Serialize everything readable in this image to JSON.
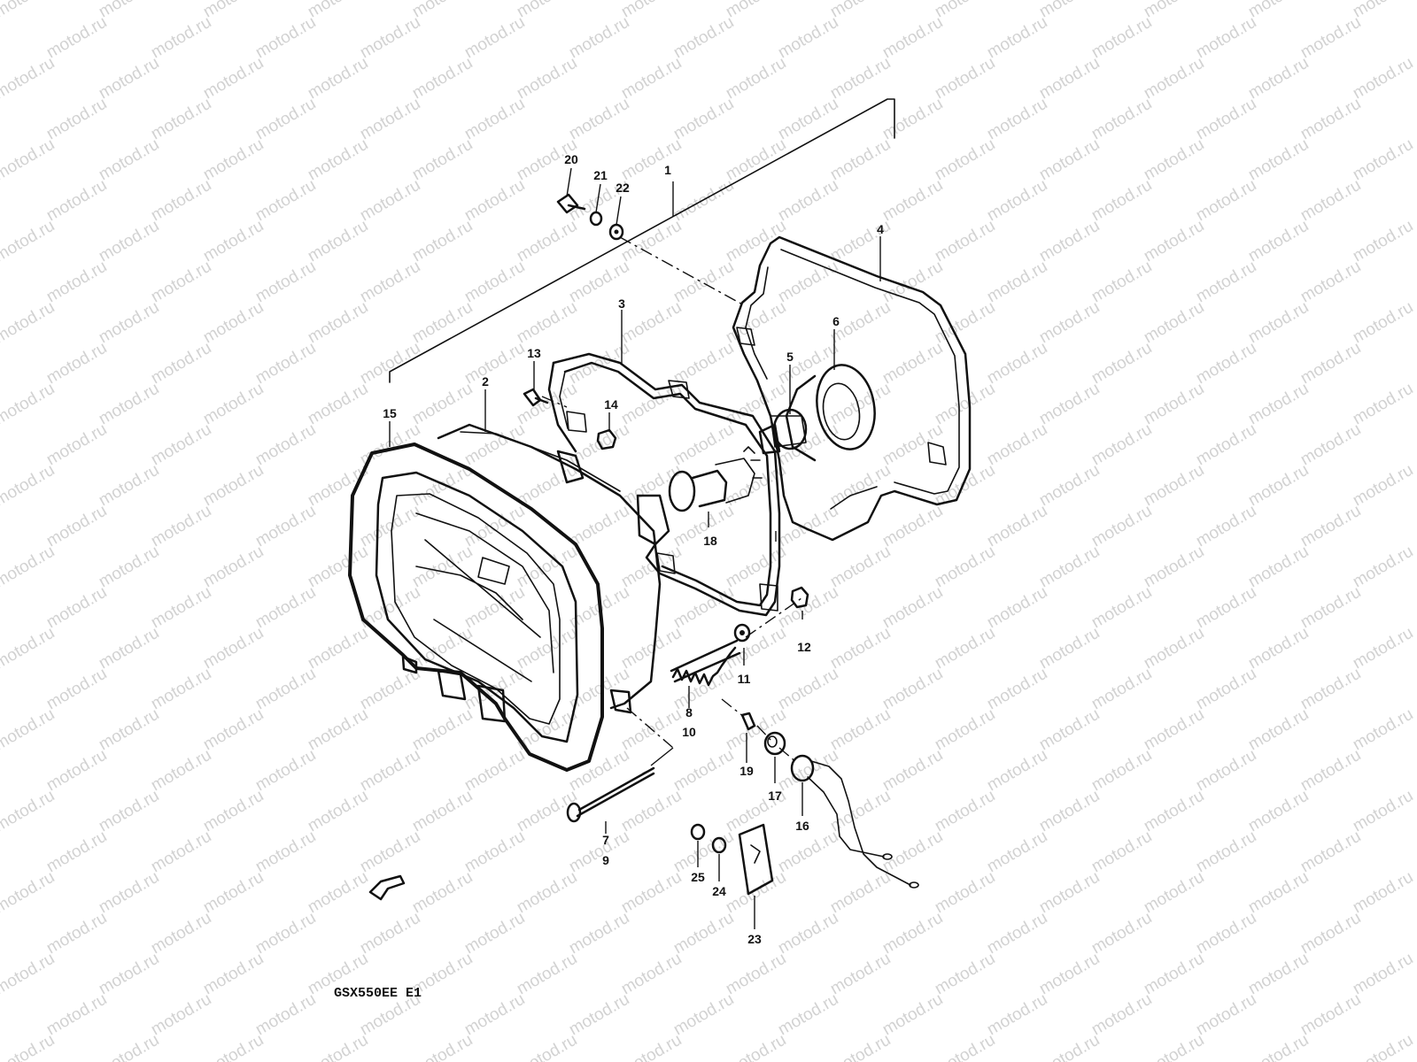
{
  "diagram": {
    "watermark": "motod.ru",
    "code": "GSX550EE E1",
    "colors": {
      "ink": "#111111",
      "watermark": "#d2d2d2",
      "background": "#ffffff"
    },
    "labels": [
      {
        "id": "p1",
        "text": "1"
      },
      {
        "id": "p2",
        "text": "2"
      },
      {
        "id": "p3",
        "text": "3"
      },
      {
        "id": "p4",
        "text": "4"
      },
      {
        "id": "p5",
        "text": "5"
      },
      {
        "id": "p6",
        "text": "6"
      },
      {
        "id": "p7",
        "text": "7"
      },
      {
        "id": "p8",
        "text": "8"
      },
      {
        "id": "p9",
        "text": "9"
      },
      {
        "id": "p10",
        "text": "10"
      },
      {
        "id": "p11",
        "text": "11"
      },
      {
        "id": "p12",
        "text": "12"
      },
      {
        "id": "p13",
        "text": "13"
      },
      {
        "id": "p14",
        "text": "14"
      },
      {
        "id": "p15",
        "text": "15"
      },
      {
        "id": "p16",
        "text": "16"
      },
      {
        "id": "p17",
        "text": "17"
      },
      {
        "id": "p18",
        "text": "18"
      },
      {
        "id": "p19",
        "text": "19"
      },
      {
        "id": "p20",
        "text": "20"
      },
      {
        "id": "p21",
        "text": "21"
      },
      {
        "id": "p22",
        "text": "22"
      },
      {
        "id": "p23",
        "text": "23"
      },
      {
        "id": "p24",
        "text": "24"
      },
      {
        "id": "p25",
        "text": "25"
      }
    ]
  }
}
